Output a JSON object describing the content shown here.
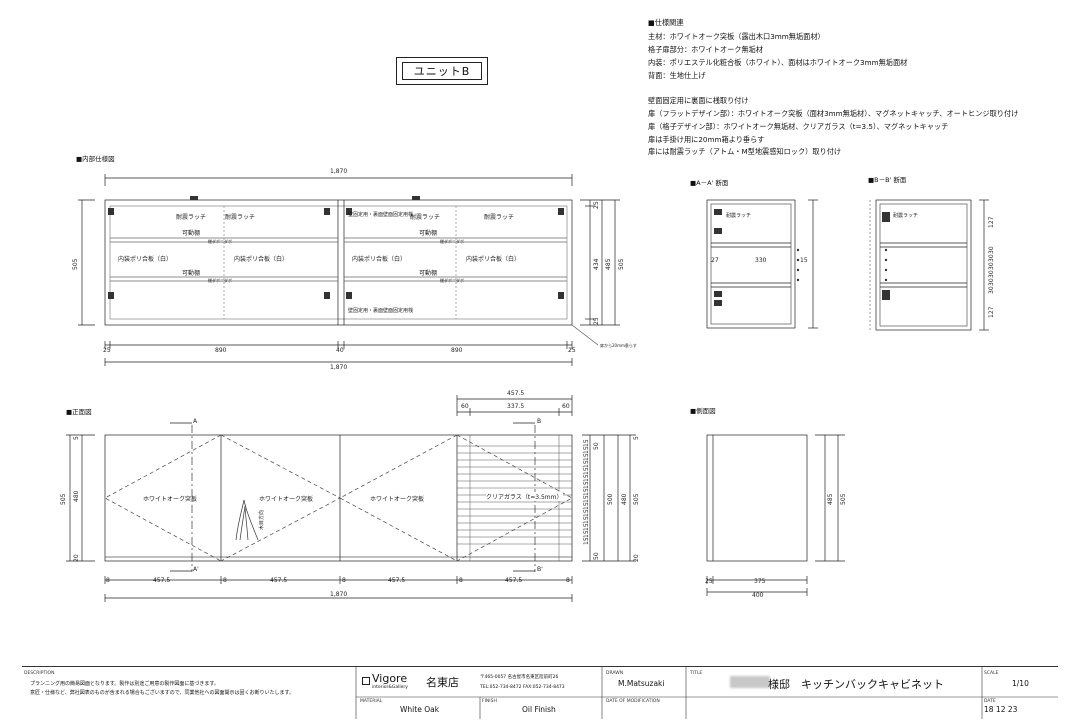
{
  "unit_label": "ユニットB",
  "spec": {
    "heading": "■仕様関連",
    "lines": [
      "主材：ホワイトオーク突板（露出木口3mm無垢面材）",
      "格子扉部分：ホワイトオーク無垢材",
      "内装：ポリエステル化粧合板（ホワイト）、面材はホワイトオーク3mm無垢面材",
      "背面：生地仕上げ"
    ],
    "lines2": [
      "壁面固定用に裏面に桟取り付け",
      "扉（フラットデザイン部）：ホワイトオーク突板（面材3mm無垢材）、マグネットキャッチ、オートヒンジ取り付け",
      "扉（格子デザイン部）：ホワイトオーク無垢材、クリアガラス（t=3.5）、マグネットキャッチ",
      "扉は手掛け用に20mm箱より垂らす",
      "扉には耐震ラッチ（アトム・M型地震感知ロック）取り付け"
    ]
  },
  "sections": {
    "interior": "■内部仕様図",
    "front": "■正面図",
    "side": "■側面図",
    "aa": "■A－A' 断面",
    "bb": "■B－B' 断面"
  },
  "interior": {
    "total_width": "1,870",
    "total_width_bottom": "1,870",
    "height": "505",
    "bottom_dims": [
      "25",
      "890",
      "40",
      "890",
      "25"
    ],
    "right_dims": [
      "25",
      "434",
      "485",
      "505",
      "25"
    ],
    "latch": "耐震ラッチ",
    "wall_fix": "壁固定用・裏面壁面固定用桟",
    "wall_fix_bottom": "壁固定用・裏面壁面固定用桟",
    "movable_shelf": "可動棚",
    "poly_board": "内装ポリ合板（白）",
    "dowel": "棚ダボ＝ダボ",
    "note": "扉から20mm垂らす"
  },
  "front": {
    "top_dims": [
      "457.5",
      "60",
      "337.5",
      "60"
    ],
    "face_label": "ホワイトオーク突板",
    "glass_label": "クリアガラス（t=3.5mm）",
    "grain_label": "木目方向",
    "marker_a": "A",
    "marker_a2": "A'",
    "marker_b": "B",
    "marker_b2": "B'",
    "bottom_dims": [
      "8",
      "457.5",
      "8",
      "457.5",
      "8",
      "457.5",
      "8",
      "457.5",
      "8"
    ],
    "total": "1,870",
    "left_dims": [
      "505",
      "480",
      "5",
      "20"
    ],
    "right_dims": [
      "15",
      "15",
      "15",
      "15",
      "15",
      "15",
      "15",
      "15",
      "15",
      "15",
      "15",
      "15",
      "15",
      "15",
      "15",
      "50",
      "500",
      "480",
      "505",
      "5",
      "50",
      "20"
    ]
  },
  "side": {
    "bottom_dims": [
      "25",
      "375",
      "400"
    ],
    "right_dims": [
      "485",
      "505"
    ]
  },
  "aa": {
    "dims": [
      "27",
      "330",
      "15"
    ],
    "latch": "耐震ラッチ"
  },
  "bb": {
    "dims": [
      "127",
      "30",
      "30",
      "30",
      "30",
      "30",
      "30",
      "127"
    ],
    "latch": "耐震ラッチ"
  },
  "titleblock": {
    "description_label": "DESCRIPTION",
    "description": [
      "プランニング用の簡易図面となります。製作は別途ご用意の製作図面に基づきます。",
      "意匠・仕様など、弊社図表のものが含まれる場合もございますので、同業他社への図面開示は固くお断りいたします。"
    ],
    "brand": "Vigore",
    "brand_sub": "interior&Gallery",
    "store": "名東店",
    "address": "〒465-0057 名古屋市名東区陸前町26",
    "tel": "TEL:052-734-8472  FAX:052-734-8473",
    "drawn_label": "DRAWN",
    "drawn": "M.Matsuzaki",
    "title_label": "TITLE",
    "title": "様邸　キッチンバックキャビネット",
    "scale_label": "SCALE",
    "scale": "1/10",
    "material_label": "MATERIAL",
    "material": "White Oak",
    "finish_label": "FINISH",
    "finish": "Oil Finish",
    "mod_label": "DATE OF MODIFICATION",
    "date_label": "DATE",
    "date": "18  12  23"
  }
}
